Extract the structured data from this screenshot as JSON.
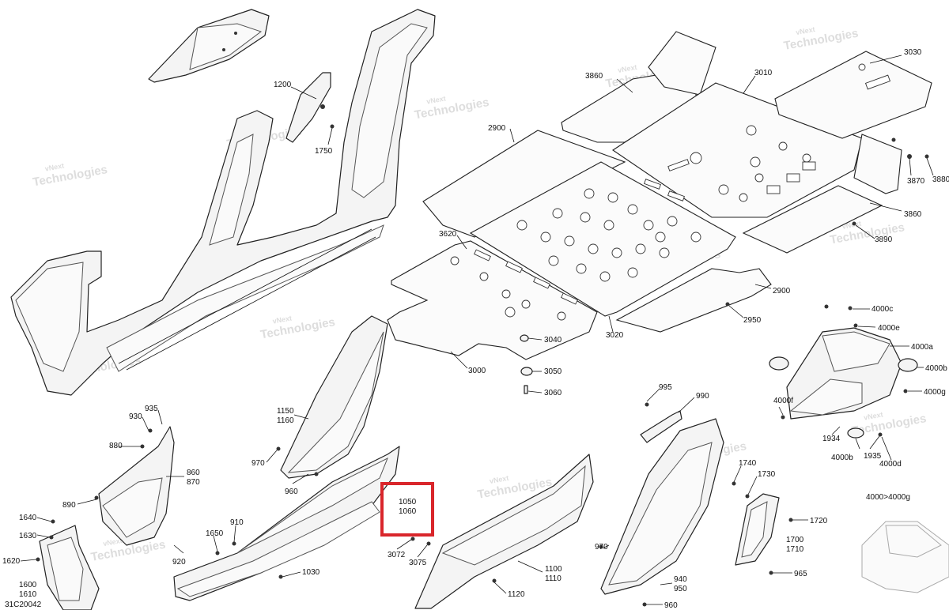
{
  "labels": {
    "l1200": "1200",
    "l1750": "1750",
    "l930": "930",
    "l935": "935",
    "l880": "880",
    "l860": "860",
    "l870": "870",
    "l890": "890",
    "l1640": "1640",
    "l1630": "1630",
    "l1620": "1620",
    "l1600": "1600",
    "l1610": "1610",
    "l1650": "1650",
    "l910": "910",
    "l920": "920",
    "l1150": "1150",
    "l1160": "1160",
    "l970a": "970",
    "l960a": "960",
    "l1030": "1030",
    "l1050": "1050",
    "l1060": "1060",
    "l3072": "3072",
    "l3075": "3075",
    "l1100": "1100",
    "l1110": "1110",
    "l1120": "1120",
    "l995": "995",
    "l990": "990",
    "l970b": "970",
    "l940": "940",
    "l950": "950",
    "l960b": "960",
    "l1740": "1740",
    "l1730": "1730",
    "l1720": "1720",
    "l1700": "1700",
    "l1710": "1710",
    "l965": "965",
    "l3860a": "3860",
    "l3010": "3010",
    "l3030": "3030",
    "l2900a": "2900",
    "l3870": "3870",
    "l3880": "3880",
    "l3860b": "3860",
    "l3890": "3890",
    "l3620": "3620",
    "l2900b": "2900",
    "l2950": "2950",
    "l3020": "3020",
    "l3040": "3040",
    "l3050": "3050",
    "l3060": "3060",
    "l3000": "3000",
    "l4000c": "4000c",
    "l4000e": "4000e",
    "l4000a": "4000a",
    "l4000b1": "4000b",
    "l4000g": "4000g",
    "l4000f": "4000f",
    "l1934": "1934",
    "l1935": "1935",
    "l4000b2": "4000b",
    "l4000d": "4000d",
    "l4000to": "4000>4000g",
    "ref": "31C20042"
  },
  "watermark": {
    "line1": "vNext",
    "line2": "Technologies"
  },
  "highlight": {
    "color": "#d9262b"
  }
}
